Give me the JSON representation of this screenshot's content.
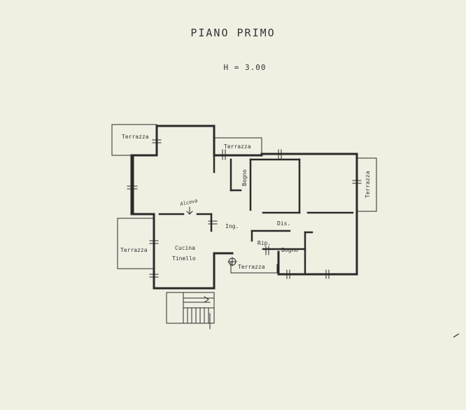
{
  "title": "PIANO PRIMO",
  "height_label": "H = 3.00",
  "rooms": {
    "terrazza_nw": "Terrazza",
    "terrazza_n": "Terrazza",
    "terrazza_e": "Terrazza",
    "terrazza_w": "Terrazza",
    "terrazza_s": "Terrazza",
    "bagno_n": "Bogno",
    "ingresso": "Ing.",
    "disimpegno": "Dis.",
    "ripostiglio": "Rip.",
    "bagno_s": "Bogno",
    "cucina": "Cucina",
    "tinello": "Tinello"
  },
  "note": "Alcova"
}
